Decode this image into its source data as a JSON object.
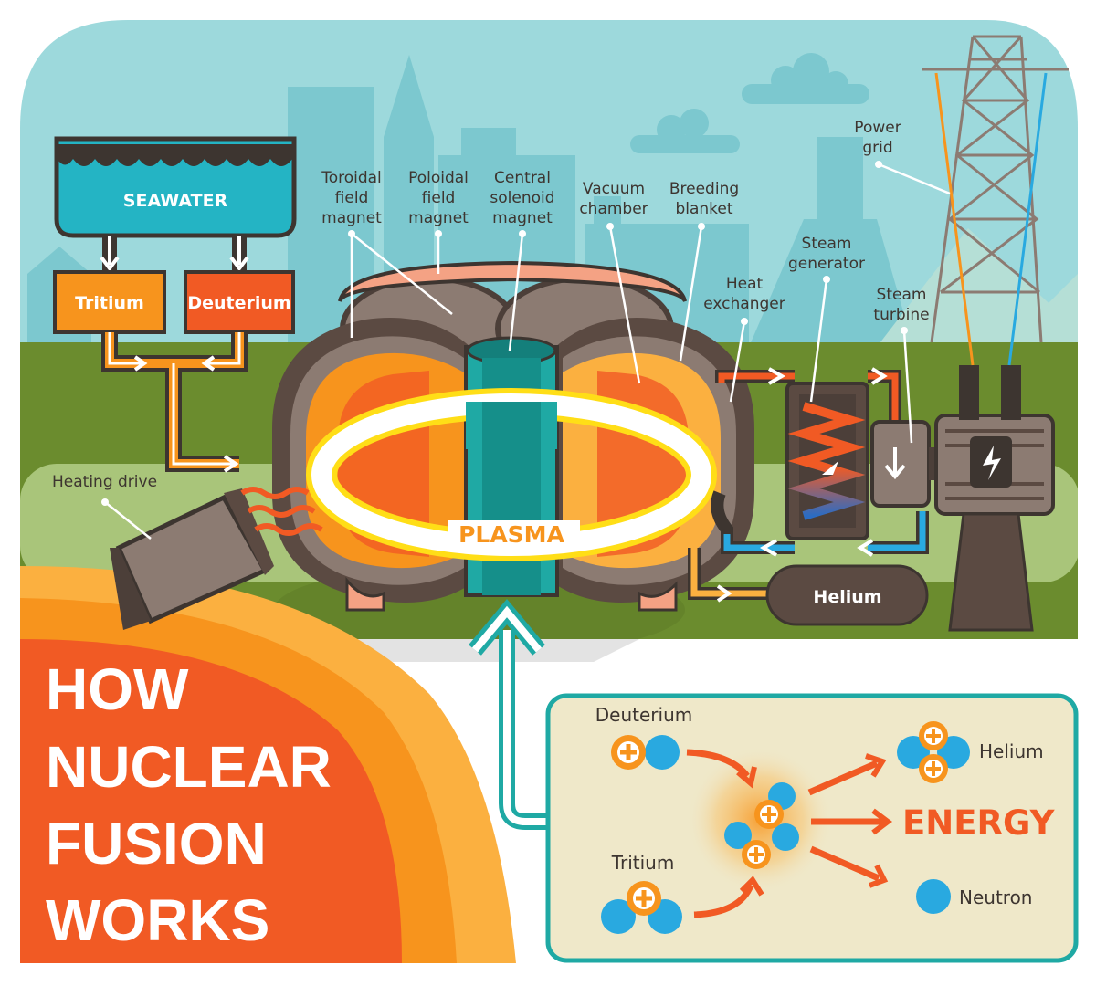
{
  "title": {
    "lines": [
      "HOW",
      "NUCLEAR",
      "FUSION",
      "WORKS"
    ]
  },
  "sources": {
    "seawater": "SEAWATER",
    "tritium": "Tritium",
    "deuterium": "Deuterium"
  },
  "labels": {
    "toroidal": [
      "Toroidal",
      "field",
      "magnet"
    ],
    "poloidal": [
      "Poloidal",
      "field",
      "magnet"
    ],
    "solenoid": [
      "Central",
      "solenoid",
      "magnet"
    ],
    "vacuum": [
      "Vacuum",
      "chamber"
    ],
    "breeding": [
      "Breeding",
      "blanket"
    ],
    "steam_generator": [
      "Steam",
      "generator"
    ],
    "heat_exchanger": [
      "Heat",
      "exchanger"
    ],
    "steam_turbine": [
      "Steam",
      "turbine"
    ],
    "power_grid": [
      "Power",
      "grid"
    ],
    "heating_drive": "Heating drive",
    "plasma": "PLASMA",
    "helium_tank": "Helium"
  },
  "reaction": {
    "deuterium": "Deuterium",
    "tritium": "Tritium",
    "helium": "Helium",
    "energy": "ENERGY",
    "neutron": "Neutron"
  },
  "colors": {
    "sky": "#9dd9dc",
    "grass": "#6b8c2e",
    "orange": "#f7941d",
    "red_orange": "#f15a24",
    "teal": "#1fa9a4",
    "dark_brown": "#5b4a42",
    "proton": "#f7941d",
    "neutron": "#29a9e0",
    "panel_bg": "#efe8c9"
  }
}
